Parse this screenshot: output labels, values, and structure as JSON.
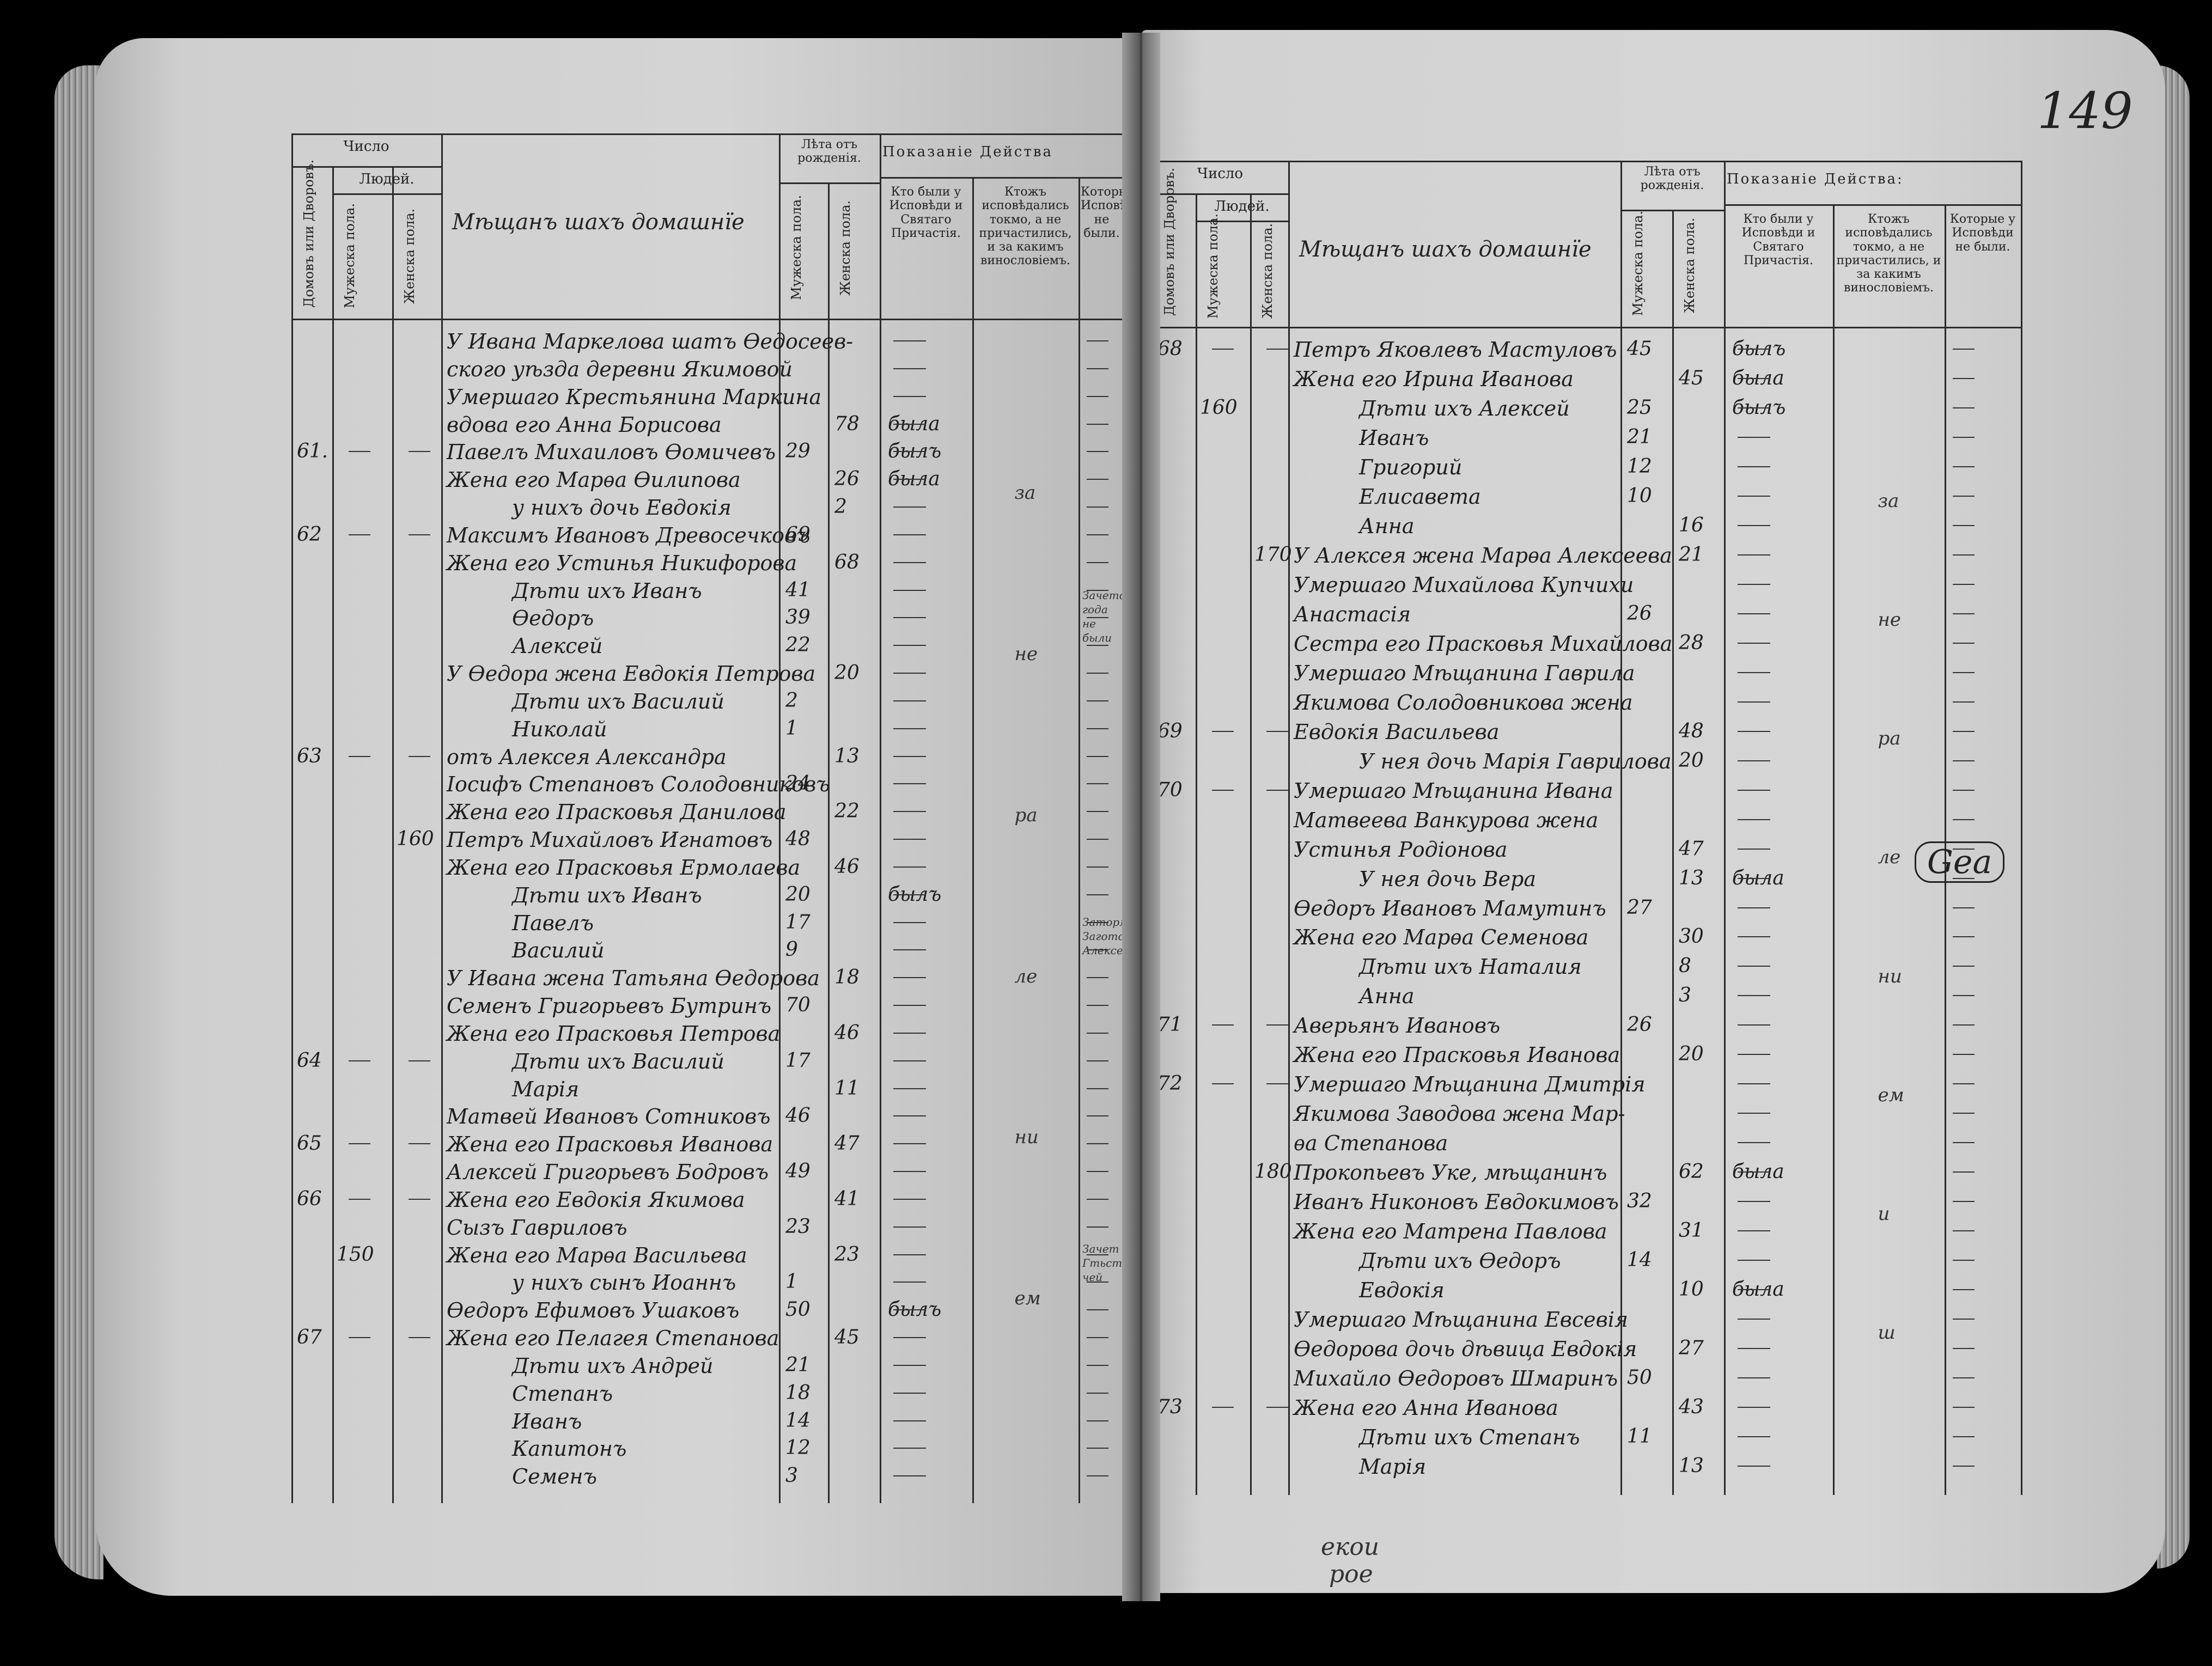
{
  "page_number": "149",
  "left": {
    "header_number": "Число",
    "header_people": "Людей.",
    "col_houses": "Домовъ или Дворовъ.",
    "col_male": "Мужеска пола.",
    "col_female": "Женска пола.",
    "col_title": "Мѣщанъ шахъ домашнїе",
    "header_age": "Лѣта отъ рожденія.",
    "col_age_male": "Мужеска пола.",
    "col_age_female": "Женска пола.",
    "header_action": "Показаніе Действа",
    "col_confession": "Кто были у Исповѣди и Святаго Причастія.",
    "col_confession_only": "Ктожъ исповѣдались токмо, а не причастились, и за какимъ винословіемъ.",
    "col_not": "Которые Исповѣди не были.",
    "house_numbers": [
      "61.",
      "62",
      "63",
      "64",
      "65",
      "66",
      "67"
    ],
    "people_totals": [
      "160",
      "150"
    ],
    "entries": [
      "У Ивана Маркелова шатъ Ѳедосеев-",
      "ского уѣзда деревни Якимовой",
      "Умершаго Крестьянина Маркина",
      "вдова его Анна Борисова",
      "Павелъ Михаиловъ Ѳомичевъ",
      "Жена его Марѳа Ѳилипова",
      "у нихъ дочь Евдокія",
      "Максимъ Ивановъ Древосечковъ",
      "Жена его Устинья Никифорова",
      "Дѣти ихъ Иванъ",
      "Ѳедоръ",
      "Алексей",
      "У Ѳедора жена Евдокія Петрова",
      "Дѣти ихъ Василий",
      "Николай",
      "отъ Алексея Александра",
      "Іосифъ Степановъ Солодовниковъ",
      "Жена его Прасковья Данилова",
      "Петръ Михайловъ Игнатовъ",
      "Жена его Прасковья Ермолаева",
      "Дѣти ихъ Иванъ",
      "Павелъ",
      "Василий",
      "У Ивана жена Татьяна Ѳедорова",
      "Семенъ Григорьевъ Бутринъ",
      "Жена его Прасковья Петрова",
      "Дѣти ихъ Василий",
      "Марія",
      "Матвей Ивановъ Сотниковъ",
      "Жена его Прасковья Иванова",
      "Алексей Григорьевъ Бодровъ",
      "Жена его Евдокія Якимова",
      "Сызъ Гавриловъ",
      "Жена его Марѳа Васильева",
      "у нихъ сынъ Иоаннъ",
      "Ѳедоръ Ефимовъ Ушаковъ",
      "Жена его Пелагея Степанова",
      "Дѣти ихъ Андрей",
      "Степанъ",
      "Иванъ",
      "Капитонъ",
      "Семенъ"
    ],
    "ages_male": [
      "29",
      "69",
      "41",
      "39",
      "22",
      "2",
      "1",
      "24",
      "48",
      "20",
      "17",
      "9",
      "70",
      "17",
      "46",
      "49",
      "23",
      "1",
      "50",
      "21",
      "18",
      "14",
      "12",
      "3"
    ],
    "ages_female": [
      "78",
      "26",
      "2",
      "68",
      "20",
      "13",
      "22",
      "46",
      "18",
      "46",
      "11",
      "47",
      "41",
      "23",
      "45"
    ],
    "confession_marks": [
      "была",
      "былъ",
      "была",
      "былъ",
      "былъ"
    ],
    "side_notes": [
      "Зачето года не были",
      "Затормъ Заготовка Алексея",
      "Зачет Гтьсти чей"
    ],
    "vertical_notes": [
      "за",
      "не",
      "ра",
      "ле",
      "ни",
      "ем"
    ]
  },
  "right": {
    "header_number": "Число",
    "header_people": "Людей.",
    "col_houses": "Домовъ или Дворовъ.",
    "col_male": "Мужеска пола.",
    "col_female": "Женска пола.",
    "col_title": "Мѣщанъ шахъ домашнїе",
    "header_age": "Лѣта отъ рожденія.",
    "col_age_male": "Мужеска пола.",
    "col_age_female": "Женска пола.",
    "header_action": "Показаніе Действа:",
    "col_confession": "Кто были у Исповѣди и Святаго Причастія.",
    "col_confession_only": "Ктожъ исповѣдались токмо, а не причастились, и за какимъ винословіемъ.",
    "col_not": "Которые у Исповѣди не были.",
    "house_numbers": [
      "68",
      "69",
      "70",
      "71",
      "72",
      "73"
    ],
    "people_totals": [
      "160",
      "170",
      "180"
    ],
    "entries": [
      "Петръ Яковлевъ Мастуловъ",
      "Жена его Ирина Иванова",
      "Дѣти ихъ Алексей",
      "Иванъ",
      "Григорий",
      "Елисавета",
      "Анна",
      "У Алексея жена Марѳа Алексеева",
      "Умершаго Михайлова Купчихи",
      "Анастасія",
      "Сестра его Прасковья Михайлова",
      "Умершаго Мѣщанина Гаврила",
      "Якимова Солодовникова жена",
      "Евдокія Васильева",
      "У нея дочь Марія Гаврилова",
      "Умершаго Мѣщанина Ивана",
      "Матвеева Ванкурова жена",
      "Устинья Родіонова",
      "У нея дочь Вера",
      "Ѳедоръ Ивановъ Мамутинъ",
      "Жена его Марѳа Семенова",
      "Дѣти ихъ Наталия",
      "Анна",
      "Аверьянъ Ивановъ",
      "Жена его Прасковья Иванова",
      "Умершаго Мѣщанина Дмитрія",
      "Якимова Заводова жена Мар-",
      "ѳа Степанова",
      "Прокопьевъ Уке, мѣщанинъ",
      "Иванъ Никоновъ Евдокимовъ",
      "Жена его Матрена Павлова",
      "Дѣти ихъ Ѳедоръ",
      "Евдокія",
      "Умершаго Мѣщанина Евсевія",
      "Ѳедорова дочь дѣвица Евдокія",
      "Михайло Ѳедоровъ Шмаринъ",
      "Жена его Анна Иванова",
      "Дѣти ихъ Степанъ",
      "Марія"
    ],
    "ages_male": [
      "45",
      "25",
      "21",
      "12",
      "10",
      "26",
      "27",
      "26",
      "32",
      "14",
      "50",
      "11"
    ],
    "ages_female": [
      "45",
      "16",
      "21",
      "28",
      "48",
      "20",
      "47",
      "13",
      "30",
      "8",
      "3",
      "20",
      "62",
      "31",
      "10",
      "27",
      "43",
      "13"
    ],
    "confession_marks": [
      "былъ",
      "была",
      "былъ",
      "была",
      "была",
      "была"
    ],
    "margin_mark": "Gea",
    "bottom_notes": [
      "екои",
      "рое"
    ],
    "vertical_notes": [
      "за",
      "не",
      "ра",
      "ле",
      "ни",
      "ем",
      "и",
      "ш"
    ]
  }
}
